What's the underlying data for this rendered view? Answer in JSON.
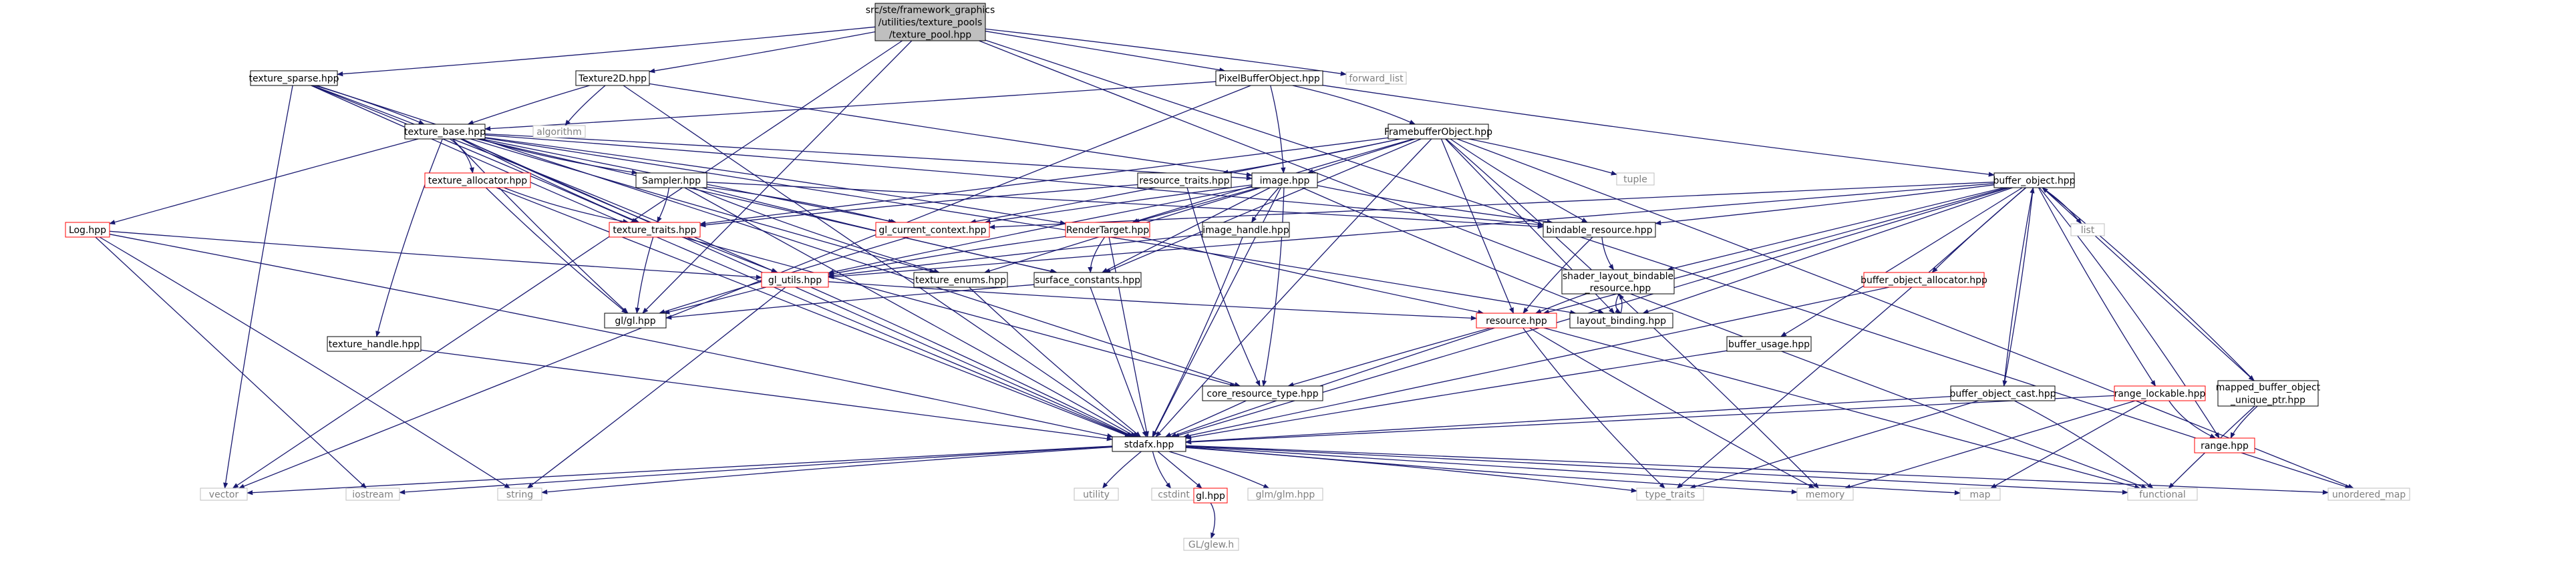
{
  "root": {
    "lines": [
      "src/ste/framework_graphics",
      "/utilities/texture_pools",
      "/texture_pool.hpp"
    ],
    "fill": "#bfbfbf"
  },
  "colors": {
    "edge": "#191970",
    "edge_gray": "#a9a9a9",
    "node_border": "#000000",
    "node_border_red": "#ff0000",
    "leaf_border": "#bfbfbf",
    "leaf_text": "#7f7f7f",
    "text": "#000000"
  },
  "nodes": [
    {
      "id": "root",
      "label": "src/ste/framework_graphics /utilities/texture_pools /texture_pool.hpp",
      "style": "root"
    },
    {
      "id": "texture_sparse",
      "label": "texture_sparse.hpp",
      "style": "normal"
    },
    {
      "id": "texture2d",
      "label": "Texture2D.hpp",
      "style": "normal"
    },
    {
      "id": "pbo",
      "label": "PixelBufferObject.hpp",
      "style": "normal"
    },
    {
      "id": "forward_list",
      "label": "forward_list",
      "style": "leaf"
    },
    {
      "id": "texture_base",
      "label": "texture_base.hpp",
      "style": "normal"
    },
    {
      "id": "algorithm",
      "label": "algorithm",
      "style": "leaf"
    },
    {
      "id": "fbo",
      "label": "FramebufferObject.hpp",
      "style": "normal"
    },
    {
      "id": "log",
      "label": "Log.hpp",
      "style": "red"
    },
    {
      "id": "texture_allocator",
      "label": "texture_allocator.hpp",
      "style": "red"
    },
    {
      "id": "sampler",
      "label": "Sampler.hpp",
      "style": "normal"
    },
    {
      "id": "resource_traits",
      "label": "resource_traits.hpp",
      "style": "normal"
    },
    {
      "id": "image",
      "label": "image.hpp",
      "style": "normal"
    },
    {
      "id": "tuple",
      "label": "tuple",
      "style": "leaf"
    },
    {
      "id": "buffer_object",
      "label": "buffer_object.hpp",
      "style": "normal"
    },
    {
      "id": "texture_traits",
      "label": "texture_traits.hpp",
      "style": "red"
    },
    {
      "id": "gl_current_context",
      "label": "gl_current_context.hpp",
      "style": "red"
    },
    {
      "id": "render_target",
      "label": "RenderTarget.hpp",
      "style": "red"
    },
    {
      "id": "image_handle",
      "label": "image_handle.hpp",
      "style": "normal"
    },
    {
      "id": "bindable_resource",
      "label": "bindable_resource.hpp",
      "style": "normal"
    },
    {
      "id": "list",
      "label": "list",
      "style": "leaf"
    },
    {
      "id": "gl_utils",
      "label": "gl_utils.hpp",
      "style": "red"
    },
    {
      "id": "texture_enums",
      "label": "texture_enums.hpp",
      "style": "normal"
    },
    {
      "id": "surface_constants",
      "label": "surface_constants.hpp",
      "style": "normal"
    },
    {
      "id": "shader_layout_bindable",
      "label": "shader_layout_bindable _resource.hpp",
      "style": "normal"
    },
    {
      "id": "buffer_object_allocator",
      "label": "buffer_object_allocator.hpp",
      "style": "red"
    },
    {
      "id": "glgl",
      "label": "gl/gl.hpp",
      "style": "normal"
    },
    {
      "id": "texture_handle",
      "label": "texture_handle.hpp",
      "style": "normal"
    },
    {
      "id": "resource",
      "label": "resource.hpp",
      "style": "red"
    },
    {
      "id": "layout_binding",
      "label": "layout_binding.hpp",
      "style": "normal"
    },
    {
      "id": "buffer_usage",
      "label": "buffer_usage.hpp",
      "style": "normal"
    },
    {
      "id": "core_resource_type",
      "label": "core_resource_type.hpp",
      "style": "normal"
    },
    {
      "id": "buffer_object_cast",
      "label": "buffer_object_cast.hpp",
      "style": "normal"
    },
    {
      "id": "range_lockable",
      "label": "range_lockable.hpp",
      "style": "red"
    },
    {
      "id": "mapped_buffer",
      "label": "mapped_buffer_object _unique_ptr.hpp",
      "style": "normal"
    },
    {
      "id": "stdafx",
      "label": "stdafx.hpp",
      "style": "normal"
    },
    {
      "id": "range",
      "label": "range.hpp",
      "style": "red"
    },
    {
      "id": "vector",
      "label": "vector",
      "style": "leaf"
    },
    {
      "id": "iostream",
      "label": "iostream",
      "style": "leaf"
    },
    {
      "id": "string",
      "label": "string",
      "style": "leaf"
    },
    {
      "id": "utility",
      "label": "utility",
      "style": "leaf"
    },
    {
      "id": "cstdint",
      "label": "cstdint",
      "style": "leaf"
    },
    {
      "id": "glhpp",
      "label": "gl.hpp",
      "style": "red"
    },
    {
      "id": "glm",
      "label": "glm/glm.hpp",
      "style": "leaf"
    },
    {
      "id": "type_traits",
      "label": "type_traits",
      "style": "leaf"
    },
    {
      "id": "memory",
      "label": "memory",
      "style": "leaf"
    },
    {
      "id": "map",
      "label": "map",
      "style": "leaf"
    },
    {
      "id": "functional",
      "label": "functional",
      "style": "leaf"
    },
    {
      "id": "unordered_map",
      "label": "unordered_map",
      "style": "leaf"
    },
    {
      "id": "glew",
      "label": "GL/glew.h",
      "style": "leaf"
    }
  ],
  "edges": [
    [
      "root",
      "texture_sparse"
    ],
    [
      "root",
      "texture2d"
    ],
    [
      "root",
      "pbo"
    ],
    [
      "root",
      "forward_list"
    ],
    [
      "root",
      "vector"
    ],
    [
      "root",
      "functional"
    ],
    [
      "root",
      "unordered_map"
    ],
    [
      "root",
      "glgl"
    ],
    [
      "texture_sparse",
      "texture_base"
    ],
    [
      "texture_sparse",
      "gl_utils"
    ],
    [
      "texture_sparse",
      "stdafx"
    ],
    [
      "texture_sparse",
      "vector"
    ],
    [
      "texture_sparse",
      "core_resource_type"
    ],
    [
      "texture_sparse",
      "texture_traits"
    ],
    [
      "texture2d",
      "texture_base"
    ],
    [
      "texture2d",
      "algorithm"
    ],
    [
      "texture2d",
      "image"
    ],
    [
      "texture2d",
      "stdafx"
    ],
    [
      "pbo",
      "image"
    ],
    [
      "pbo",
      "fbo"
    ],
    [
      "pbo",
      "buffer_object"
    ],
    [
      "pbo",
      "texture_base"
    ],
    [
      "pbo",
      "vector"
    ],
    [
      "texture_base",
      "log"
    ],
    [
      "texture_base",
      "texture_allocator"
    ],
    [
      "texture_base",
      "sampler"
    ],
    [
      "texture_base",
      "texture_traits"
    ],
    [
      "texture_base",
      "gl_current_context"
    ],
    [
      "texture_base",
      "image"
    ],
    [
      "texture_base",
      "bindable_resource"
    ],
    [
      "texture_base",
      "texture_handle"
    ],
    [
      "texture_base",
      "texture_enums"
    ],
    [
      "texture_base",
      "surface_constants"
    ],
    [
      "texture_base",
      "layout_binding"
    ],
    [
      "texture_base",
      "render_target"
    ],
    [
      "texture_base",
      "gl_utils"
    ],
    [
      "texture_base",
      "glgl"
    ],
    [
      "texture_base",
      "stdafx"
    ],
    [
      "fbo",
      "image"
    ],
    [
      "fbo",
      "render_target"
    ],
    [
      "fbo",
      "gl_current_context"
    ],
    [
      "fbo",
      "bindable_resource"
    ],
    [
      "fbo",
      "resource"
    ],
    [
      "fbo",
      "tuple"
    ],
    [
      "fbo",
      "memory"
    ],
    [
      "fbo",
      "stdafx"
    ],
    [
      "fbo",
      "surface_constants"
    ],
    [
      "fbo",
      "layout_binding"
    ],
    [
      "fbo",
      "texture_traits"
    ],
    [
      "fbo",
      "unordered_map"
    ],
    [
      "fbo",
      "resource_traits"
    ],
    [
      "log",
      "gl_utils"
    ],
    [
      "log",
      "iostream"
    ],
    [
      "log",
      "string"
    ],
    [
      "log",
      "stdafx"
    ],
    [
      "texture_allocator",
      "texture_traits"
    ],
    [
      "texture_allocator",
      "glgl"
    ],
    [
      "texture_allocator",
      "stdafx"
    ],
    [
      "sampler",
      "bindable_resource"
    ],
    [
      "sampler",
      "gl_current_context"
    ],
    [
      "sampler",
      "texture_enums"
    ],
    [
      "sampler",
      "surface_constants"
    ],
    [
      "sampler",
      "stdafx"
    ],
    [
      "sampler",
      "texture_traits"
    ],
    [
      "resource_traits",
      "texture_traits"
    ],
    [
      "resource_traits",
      "core_resource_type"
    ],
    [
      "image",
      "image_handle"
    ],
    [
      "image",
      "render_target"
    ],
    [
      "image",
      "texture_enums"
    ],
    [
      "image",
      "gl_utils"
    ],
    [
      "image",
      "bindable_resource"
    ],
    [
      "image",
      "layout_binding"
    ],
    [
      "image",
      "stdafx"
    ],
    [
      "image",
      "gl_current_context"
    ],
    [
      "image",
      "core_resource_type"
    ],
    [
      "image",
      "surface_constants"
    ],
    [
      "buffer_object",
      "bindable_resource"
    ],
    [
      "buffer_object",
      "shader_layout_bindable"
    ],
    [
      "buffer_object",
      "list"
    ],
    [
      "buffer_object",
      "buffer_usage"
    ],
    [
      "buffer_object",
      "buffer_object_allocator"
    ],
    [
      "buffer_object",
      "range_lockable"
    ],
    [
      "buffer_object",
      "mapped_buffer"
    ],
    [
      "buffer_object",
      "buffer_object_cast"
    ],
    [
      "buffer_object",
      "range"
    ],
    [
      "buffer_object",
      "stdafx"
    ],
    [
      "buffer_object",
      "gl_utils"
    ],
    [
      "buffer_object",
      "gl_current_context"
    ],
    [
      "buffer_object",
      "layout_binding"
    ],
    [
      "buffer_object",
      "type_traits"
    ],
    [
      "buffer_object",
      "resource"
    ],
    [
      "texture_traits",
      "glgl"
    ],
    [
      "texture_traits",
      "core_resource_type"
    ],
    [
      "gl_current_context",
      "glgl"
    ],
    [
      "render_target",
      "gl_utils"
    ],
    [
      "render_target",
      "surface_constants"
    ],
    [
      "render_target",
      "resource"
    ],
    [
      "render_target",
      "stdafx"
    ],
    [
      "image_handle",
      "gl_utils"
    ],
    [
      "image_handle",
      "stdafx"
    ],
    [
      "bindable_resource",
      "resource"
    ],
    [
      "bindable_resource",
      "shader_layout_bindable"
    ],
    [
      "gl_utils",
      "glgl"
    ],
    [
      "gl_utils",
      "stdafx"
    ],
    [
      "gl_utils",
      "string"
    ],
    [
      "gl_utils",
      "resource"
    ],
    [
      "texture_enums",
      "stdafx"
    ],
    [
      "surface_constants",
      "stdafx"
    ],
    [
      "surface_constants",
      "glgl"
    ],
    [
      "shader_layout_bindable",
      "resource"
    ],
    [
      "shader_layout_bindable",
      "layout_binding"
    ],
    [
      "buffer_object_allocator",
      "stdafx"
    ],
    [
      "texture_handle",
      "stdafx"
    ],
    [
      "resource",
      "core_resource_type"
    ],
    [
      "resource",
      "stdafx"
    ],
    [
      "resource",
      "type_traits"
    ],
    [
      "resource",
      "memory"
    ],
    [
      "resource",
      "functional"
    ],
    [
      "layout_binding",
      "shader_layout_bindable"
    ],
    [
      "buffer_usage",
      "stdafx"
    ],
    [
      "core_resource_type",
      "stdafx"
    ],
    [
      "buffer_object_cast",
      "buffer_object"
    ],
    [
      "buffer_object_cast",
      "stdafx"
    ],
    [
      "buffer_object_cast",
      "type_traits"
    ],
    [
      "buffer_object_cast",
      "functional"
    ],
    [
      "range_lockable",
      "range"
    ],
    [
      "range_lockable",
      "stdafx"
    ],
    [
      "range_lockable",
      "memory"
    ],
    [
      "range_lockable",
      "map"
    ],
    [
      "mapped_buffer",
      "buffer_object"
    ],
    [
      "mapped_buffer",
      "range"
    ],
    [
      "mapped_buffer",
      "functional"
    ],
    [
      "stdafx",
      "vector"
    ],
    [
      "stdafx",
      "iostream"
    ],
    [
      "stdafx",
      "string"
    ],
    [
      "stdafx",
      "utility"
    ],
    [
      "stdafx",
      "cstdint"
    ],
    [
      "stdafx",
      "glhpp"
    ],
    [
      "stdafx",
      "glm"
    ],
    [
      "stdafx",
      "type_traits"
    ],
    [
      "stdafx",
      "memory"
    ],
    [
      "stdafx",
      "map"
    ],
    [
      "stdafx",
      "functional"
    ],
    [
      "stdafx",
      "unordered_map"
    ],
    [
      "glhpp",
      "glew"
    ]
  ]
}
